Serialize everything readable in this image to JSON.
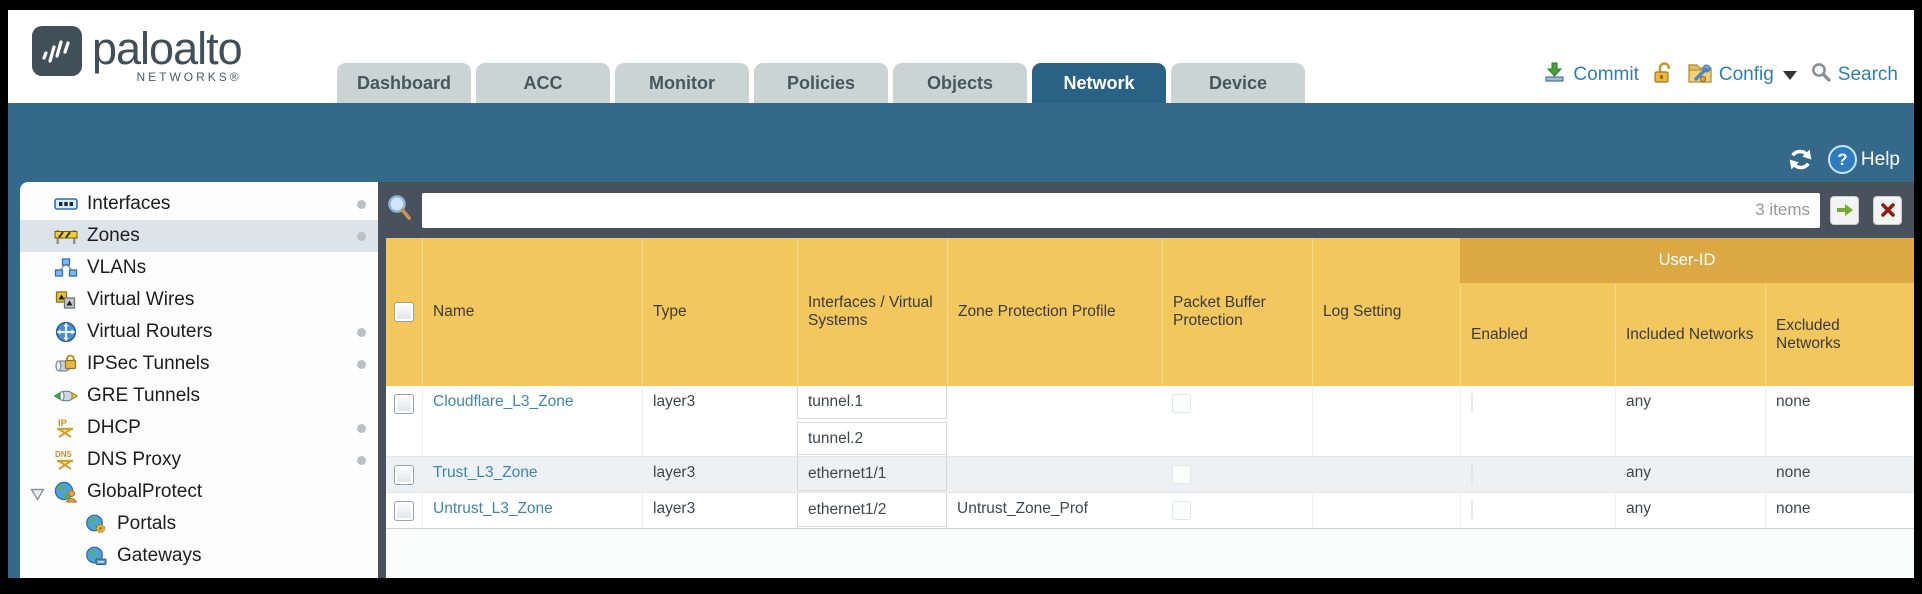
{
  "header": {
    "logo": {
      "word": "paloalto",
      "sub": "NETWORKS®"
    },
    "tabs": [
      {
        "label": "Dashboard",
        "active": false
      },
      {
        "label": "ACC",
        "active": false
      },
      {
        "label": "Monitor",
        "active": false
      },
      {
        "label": "Policies",
        "active": false
      },
      {
        "label": "Objects",
        "active": false
      },
      {
        "label": "Network",
        "active": true
      },
      {
        "label": "Device",
        "active": false
      }
    ],
    "utilities": {
      "commit_label": "Commit",
      "config_label": "Config",
      "search_label": "Search"
    }
  },
  "band": {
    "help_label": "Help",
    "help_icon_glyph": "?"
  },
  "sidebar": {
    "items": [
      {
        "label": "Interfaces",
        "icon": "interfaces-icon",
        "dot": true,
        "selected": false
      },
      {
        "label": "Zones",
        "icon": "zones-icon",
        "dot": true,
        "selected": true
      },
      {
        "label": "VLANs",
        "icon": "vlans-icon",
        "dot": false,
        "selected": false
      },
      {
        "label": "Virtual Wires",
        "icon": "virtual-wires-icon",
        "dot": false,
        "selected": false
      },
      {
        "label": "Virtual Routers",
        "icon": "virtual-routers-icon",
        "dot": true,
        "selected": false
      },
      {
        "label": "IPSec Tunnels",
        "icon": "ipsec-tunnels-icon",
        "dot": true,
        "selected": false
      },
      {
        "label": "GRE Tunnels",
        "icon": "gre-tunnels-icon",
        "dot": false,
        "selected": false
      },
      {
        "label": "DHCP",
        "icon": "dhcp-icon",
        "dot": true,
        "selected": false
      },
      {
        "label": "DNS Proxy",
        "icon": "dns-proxy-icon",
        "dot": true,
        "selected": false
      },
      {
        "label": "GlobalProtect",
        "icon": "globalprotect-icon",
        "dot": false,
        "selected": false,
        "expanded": true
      },
      {
        "label": "Portals",
        "icon": "portals-icon",
        "indent": true
      },
      {
        "label": "Gateways",
        "icon": "gateways-icon",
        "indent": true
      }
    ]
  },
  "toolbar": {
    "items_count": "3 items"
  },
  "table": {
    "user_id_group": "User-ID",
    "columns": [
      "",
      "Name",
      "Type",
      "Interfaces / Virtual Systems",
      "Zone Protection Profile",
      "Packet Buffer Protection",
      "Log Setting",
      "Enabled",
      "Included Networks",
      "Excluded Networks"
    ],
    "rows": [
      {
        "name": "Cloudflare_L3_Zone",
        "type": "layer3",
        "interfaces": [
          "tunnel.1",
          "tunnel.2"
        ],
        "zone_protection_profile": "",
        "log_setting": "",
        "included_networks": "any",
        "excluded_networks": "none"
      },
      {
        "name": "Trust_L3_Zone",
        "type": "layer3",
        "interfaces": [
          "ethernet1/1"
        ],
        "zone_protection_profile": "",
        "log_setting": "",
        "included_networks": "any",
        "excluded_networks": "none"
      },
      {
        "name": "Untrust_L3_Zone",
        "type": "layer3",
        "interfaces": [
          "ethernet1/2"
        ],
        "zone_protection_profile": "Untrust_Zone_Prof",
        "log_setting": "",
        "included_networks": "any",
        "excluded_networks": "none"
      }
    ]
  },
  "colors": {
    "teal_band": "#35698a",
    "active_tab": "#2a6285",
    "table_header": "#f2c75e",
    "user_id_band": "#dca844",
    "link": "#3e86ac",
    "dark_strip": "#49525c"
  }
}
